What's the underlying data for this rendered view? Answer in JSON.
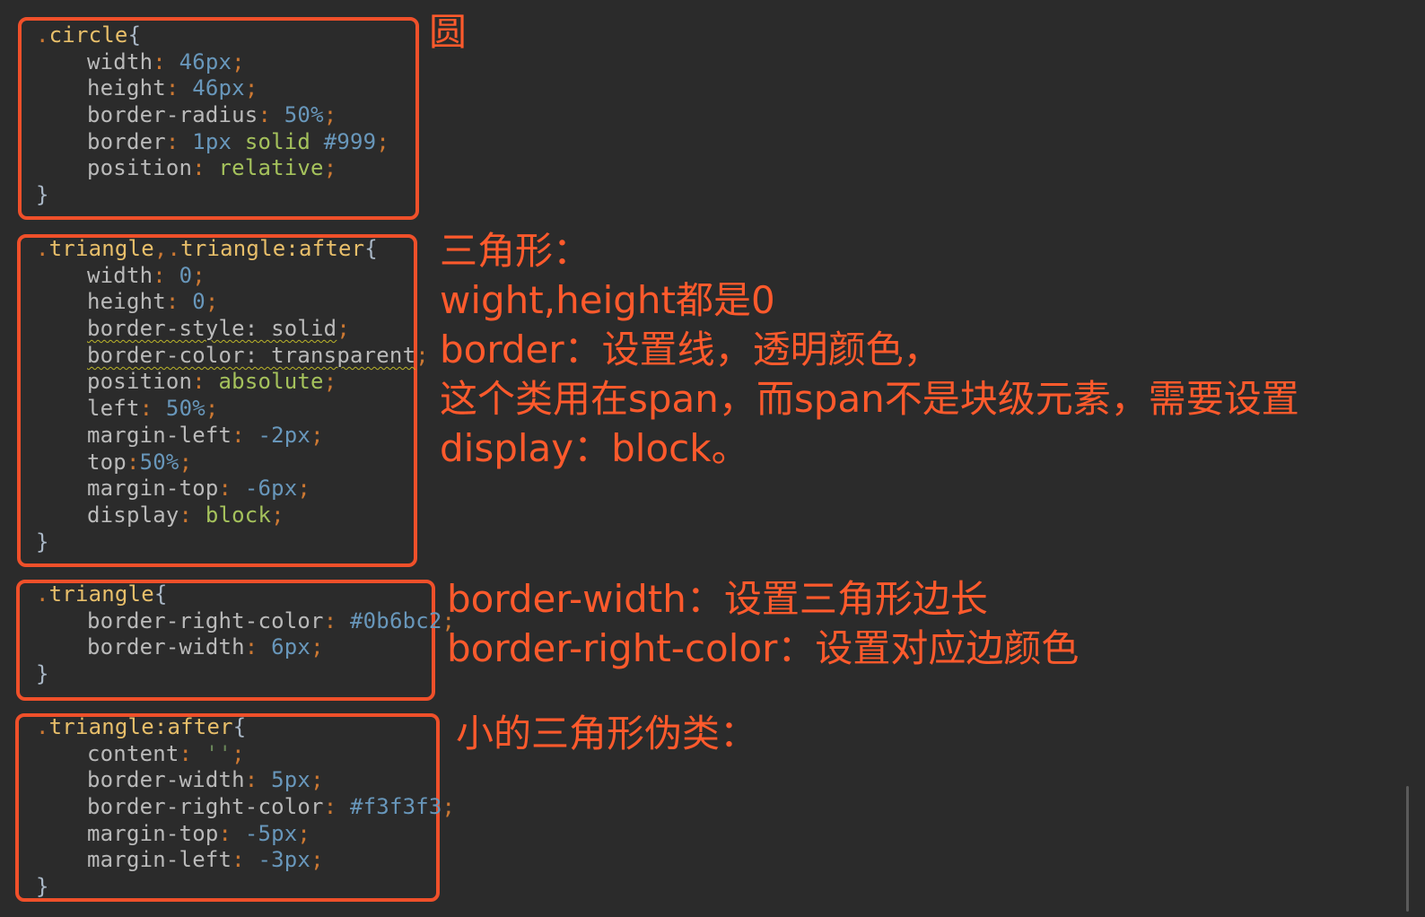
{
  "colors": {
    "background": "#2b2b2b",
    "annotation": "#ff5a2c",
    "box_border": "#f0502a"
  },
  "blocks": [
    {
      "id": "circle",
      "lines": [
        [
          {
            "t": ".",
            "c": "dot"
          },
          {
            "t": "circle",
            "c": "sel"
          },
          {
            "t": "{",
            "c": "brace"
          }
        ],
        [
          {
            "i": 1
          },
          {
            "t": "width",
            "c": "prop"
          },
          {
            "t": ": ",
            "c": "colon"
          },
          {
            "t": "46px",
            "c": "num"
          },
          {
            "t": ";",
            "c": "semi"
          }
        ],
        [
          {
            "i": 1
          },
          {
            "t": "height",
            "c": "prop"
          },
          {
            "t": ": ",
            "c": "colon"
          },
          {
            "t": "46px",
            "c": "num"
          },
          {
            "t": ";",
            "c": "semi"
          }
        ],
        [
          {
            "i": 1
          },
          {
            "t": "border-radius",
            "c": "prop"
          },
          {
            "t": ": ",
            "c": "colon"
          },
          {
            "t": "50%",
            "c": "num"
          },
          {
            "t": ";",
            "c": "semi"
          }
        ],
        [
          {
            "i": 1
          },
          {
            "t": "border",
            "c": "prop"
          },
          {
            "t": ": ",
            "c": "colon"
          },
          {
            "t": "1px",
            "c": "num"
          },
          {
            "t": " solid ",
            "c": "kw"
          },
          {
            "t": "#999",
            "c": "hex"
          },
          {
            "t": ";",
            "c": "semi"
          }
        ],
        [
          {
            "i": 1
          },
          {
            "t": "position",
            "c": "prop"
          },
          {
            "t": ": ",
            "c": "colon"
          },
          {
            "t": "relative",
            "c": "kw"
          },
          {
            "t": ";",
            "c": "semi"
          }
        ],
        [
          {
            "t": "}",
            "c": "brace"
          }
        ]
      ],
      "note": "圆"
    },
    {
      "id": "triangle",
      "lines": [
        [
          {
            "t": ".",
            "c": "dot"
          },
          {
            "t": "triangle",
            "c": "sel"
          },
          {
            "t": ",.",
            "c": "dot"
          },
          {
            "t": "triangle:after",
            "c": "sel"
          },
          {
            "t": "{",
            "c": "brace"
          }
        ],
        [
          {
            "i": 1
          },
          {
            "t": "width",
            "c": "prop"
          },
          {
            "t": ": ",
            "c": "colon"
          },
          {
            "t": "0",
            "c": "num"
          },
          {
            "t": ";",
            "c": "semi"
          }
        ],
        [
          {
            "i": 1
          },
          {
            "t": "height",
            "c": "prop"
          },
          {
            "t": ": ",
            "c": "colon"
          },
          {
            "t": "0",
            "c": "num"
          },
          {
            "t": ";",
            "c": "semi"
          }
        ],
        [
          {
            "i": 1
          },
          {
            "t": "border-style: solid",
            "c": "prop",
            "sq": true
          },
          {
            "t": ";",
            "c": "semi"
          }
        ],
        [
          {
            "i": 1
          },
          {
            "t": "border-color: transparent",
            "c": "prop",
            "sq": true
          },
          {
            "t": ";",
            "c": "semi"
          }
        ],
        [
          {
            "i": 1
          },
          {
            "t": "position",
            "c": "prop"
          },
          {
            "t": ": ",
            "c": "colon"
          },
          {
            "t": "absolute",
            "c": "kw"
          },
          {
            "t": ";",
            "c": "semi"
          }
        ],
        [
          {
            "i": 1
          },
          {
            "t": "left",
            "c": "prop"
          },
          {
            "t": ": ",
            "c": "colon"
          },
          {
            "t": "50%",
            "c": "num"
          },
          {
            "t": ";",
            "c": "semi"
          }
        ],
        [
          {
            "i": 1
          },
          {
            "t": "margin-left",
            "c": "prop"
          },
          {
            "t": ": ",
            "c": "colon"
          },
          {
            "t": "-2px",
            "c": "num"
          },
          {
            "t": ";",
            "c": "semi"
          }
        ],
        [
          {
            "i": 1
          },
          {
            "t": "top",
            "c": "prop"
          },
          {
            "t": ":",
            "c": "colon"
          },
          {
            "t": "50%",
            "c": "num"
          },
          {
            "t": ";",
            "c": "semi"
          }
        ],
        [
          {
            "i": 1
          },
          {
            "t": "margin-top",
            "c": "prop"
          },
          {
            "t": ": ",
            "c": "colon"
          },
          {
            "t": "-6px",
            "c": "num"
          },
          {
            "t": ";",
            "c": "semi"
          }
        ],
        [
          {
            "i": 1
          },
          {
            "t": "display",
            "c": "prop"
          },
          {
            "t": ": ",
            "c": "colon"
          },
          {
            "t": "block",
            "c": "kw"
          },
          {
            "t": ";",
            "c": "semi"
          }
        ],
        [
          {
            "t": "}",
            "c": "brace"
          }
        ]
      ],
      "note": "三角形：\nwight,height都是0\nborder：设置线，透明颜色，\n这个类用在span，而span不是块级元素，需要设置\ndisplay：block。"
    },
    {
      "id": "tri2",
      "lines": [
        [
          {
            "t": ".",
            "c": "dot"
          },
          {
            "t": "triangle",
            "c": "sel"
          },
          {
            "t": "{",
            "c": "brace"
          }
        ],
        [
          {
            "i": 1
          },
          {
            "t": "border-right-color",
            "c": "prop"
          },
          {
            "t": ": ",
            "c": "colon"
          },
          {
            "t": "#0b6bc2",
            "c": "hex"
          },
          {
            "t": ";",
            "c": "semi"
          }
        ],
        [
          {
            "i": 1
          },
          {
            "t": "border-width",
            "c": "prop"
          },
          {
            "t": ": ",
            "c": "colon"
          },
          {
            "t": "6px",
            "c": "num"
          },
          {
            "t": ";",
            "c": "semi"
          }
        ],
        [
          {
            "t": "}",
            "c": "brace"
          }
        ]
      ],
      "note": "border-width：设置三角形边长\nborder-right-color：设置对应边颜色"
    },
    {
      "id": "after",
      "lines": [
        [
          {
            "t": ".",
            "c": "dot"
          },
          {
            "t": "triangle:after",
            "c": "sel"
          },
          {
            "t": "{",
            "c": "brace"
          }
        ],
        [
          {
            "i": 1
          },
          {
            "t": "content",
            "c": "prop"
          },
          {
            "t": ": ",
            "c": "colon"
          },
          {
            "t": "''",
            "c": "str"
          },
          {
            "t": ";",
            "c": "semi"
          }
        ],
        [
          {
            "i": 1
          },
          {
            "t": "border-width",
            "c": "prop"
          },
          {
            "t": ": ",
            "c": "colon"
          },
          {
            "t": "5px",
            "c": "num"
          },
          {
            "t": ";",
            "c": "semi"
          }
        ],
        [
          {
            "i": 1
          },
          {
            "t": "border-right-color",
            "c": "prop"
          },
          {
            "t": ": ",
            "c": "colon"
          },
          {
            "t": "#f3f3f3",
            "c": "hex"
          },
          {
            "t": ";",
            "c": "semi"
          }
        ],
        [
          {
            "i": 1
          },
          {
            "t": "margin-top",
            "c": "prop"
          },
          {
            "t": ": ",
            "c": "colon"
          },
          {
            "t": "-5px",
            "c": "num"
          },
          {
            "t": ";",
            "c": "semi"
          }
        ],
        [
          {
            "i": 1
          },
          {
            "t": "margin-left",
            "c": "prop"
          },
          {
            "t": ": ",
            "c": "colon"
          },
          {
            "t": "-3px",
            "c": "num"
          },
          {
            "t": ";",
            "c": "semi"
          }
        ],
        [
          {
            "t": "}",
            "c": "brace"
          }
        ]
      ],
      "note": "小的三角形伪类："
    }
  ]
}
